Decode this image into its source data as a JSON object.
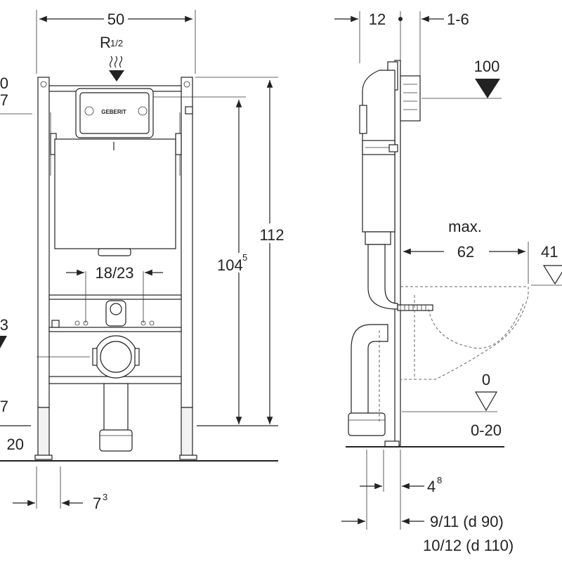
{
  "front": {
    "width": "50",
    "supply": {
      "main": "R",
      "fraction": "1/2"
    },
    "panel_brand": "GEBERIT",
    "flush_spacing": "18/23",
    "height_total": "112",
    "height_frame": {
      "main": "104",
      "sup": "5"
    },
    "left_partial_top": "0",
    "left_partial_top_2": "7",
    "left_partial_mid": "3",
    "left_partial_mid_2": "7",
    "left_partial_bottom": "20",
    "leg_offset": {
      "main": "7",
      "sup": "3"
    }
  },
  "side": {
    "depth": "12",
    "wall_gap": "1-6",
    "level_100": "100",
    "max_label": "max.",
    "max_projection": "62",
    "level_41": "41",
    "level_0": "0",
    "floor_range": "0-20",
    "offset_4": {
      "main": "4",
      "sup": "8"
    },
    "drain_90": "9/11 (d 90)",
    "drain_110": "10/12 (d 110)"
  }
}
